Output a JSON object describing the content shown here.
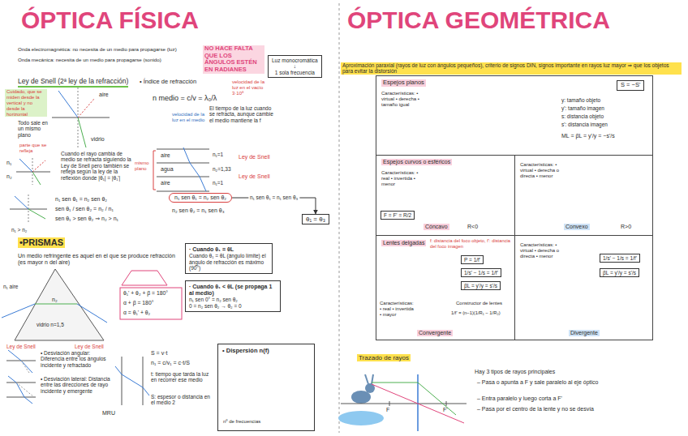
{
  "diagram": {
    "nodes": [
      {
        "text": [
          "Luz monocromática",
          "↓",
          "1 sola frecuencia"
        ]
      },
      {
        "text": [
          "n₁ sen θ₁ = n₂ sen θ₂"
        ]
      },
      {
        "text": [
          "θ₁ = θ₃"
        ]
      },
      {
        "text": [
          "· Cuando θ₁ = θL",
          "Cuando θ₁ = θL (ángulo límite) el ángulo de refracción es máximo (90°)"
        ]
      },
      {
        "text": [
          "· Cuando θ₁ < θL (se propaga 1 al medio)",
          "n₁ sen 0° = n₂ sen θ₂",
          "0 = n₂ sen θ₂ → θ₂ = 0"
        ]
      },
      {
        "text": [
          "• Dispersión n(f)",
          "nº de frecuencias"
        ]
      },
      {
        "text": [
          "Espejos planos",
          "Características: • virtual • derecha • tamaño igual",
          "y: tamaño objeto",
          "y': tamaño imagen",
          "s: distancia objeto",
          "s': distancia imagen",
          "ML = βL = y'/y = −s'/s"
        ]
      },
      {
        "text": [
          "S = −S'"
        ],
        "in": 6
      },
      {
        "text": [
          "Espejos curvos o esféricos",
          "Características: • real • invertida • menor",
          "Cóncavo",
          "R<0"
        ]
      },
      {
        "text": [
          "F = F' = R/2"
        ],
        "in": 8
      },
      {
        "text": [
          "Características: • virtual • derecha o directa • menor",
          "Convexo",
          "R>0"
        ]
      },
      {
        "text": [
          "Lentes delgadas",
          "f: distancia del foco objeto, f': distancia del foco imagen",
          "Características: • real • invertida • mayor",
          "Constructor de lentes",
          "1/f' = (n−1)(1/R₁ − 1/R₂)",
          "Convergente"
        ]
      },
      {
        "text": [
          "P = 1/f'"
        ],
        "in": 11
      },
      {
        "text": [
          "1/s' − 1/s = 1/f'"
        ],
        "in": 11
      },
      {
        "text": [
          "βL = y'/y = s'/s"
        ],
        "in": 11
      },
      {
        "text": [
          "Características: • virtual • derecha o directa • menor",
          "Divergente"
        ]
      },
      {
        "text": [
          "1/s' − 1/s = 1/f'"
        ],
        "in": 15
      },
      {
        "text": [
          "βL = y'/y = s'/s"
        ],
        "in": 15
      }
    ],
    "edges": [
      {
        "from": 1,
        "to": 2,
        "arrow": "to",
        "label": "n₁ sen θ₁ = n₁ sen θ₃"
      }
    ],
    "labels": [
      "ÓPTICA FÍSICA",
      "ÓPTICA GEOMÉTRICA",
      "Onda electromagnética: no necesita de un medio para propagarse (luz)",
      "Onda mecánica: necesita de un medio para propagarse (sonido)",
      "NO HACE FALTA QUE LOS ÁNGULOS ESTÉN EN RADIANES",
      "Ley de Snell (2ª ley de la refracción)",
      "Cuidado, que se miden desde la vertical y no desde la horizontal",
      "aire",
      "vidrio",
      "Todo sale en un mismo plano",
      "n₁",
      "n₂",
      "parte que se refleja",
      "• Índice de refracción",
      "n medio = c/v = λ₀/λ",
      "velocidad de la luz en el vacío 3·10⁸",
      "velocidad de la luz en el medio",
      "El tiempo de la luz cuando se refracta, aunque cambie el medio mantiene la f",
      "Cuando el rayo cambia de medio se refracta siguiendo la Ley de Snell pero también se refleja según la ley de la reflexión donde |θ₁| = |θ₁'|",
      "mismo plano",
      "aire",
      "agua",
      "aire",
      "n₁=1",
      "n₂=1,33",
      "n₁=1",
      "Ley de Snell",
      "Ley de Snell",
      "n₁ sen θ₁ = n₂ sen θ₂",
      "sen θ₁ / sen θ₂ = n₂ / n₁",
      "sen θ₁ > sen θ₂ ⇒ n₂ > n₁",
      "n₁ > n₂",
      "n₂ sen θ₂ = n₁ sen θ₃",
      "•PRISMAS",
      "Un medio refringente es aquel en el que se produce refracción (es mayor n del aire)",
      "n₁ aire",
      "n₂",
      "Ley de Snell",
      "Ley de Snell",
      "vidrio n=1,5",
      "θ₁' + θ₂ + β = 180°",
      "α + β = 180°",
      "α = θ₁' + θ₂",
      "• Desviación angular: Diferencia entre los ángulos incidente y refractado",
      "• Desviación lateral: Distancia entre las direcciones de rayo incidente y emergente",
      "MRU",
      "S = v·t",
      "n₁ = c/v₁ = c·t/S",
      "t: tiempo que tarda la luz en recorrer ese medio",
      "S: espesor o distancia en el medio 2",
      "Aproximación paraxial (rayos de luz con ángulos pequeños), criterio de signos DIN, signos importante en rayos luz mayor ⇒ que los objetos para evitar la distorsión",
      "Trazado de rayos",
      "F",
      "F'",
      "Hay 3 tipos de rayos principales",
      "– Pasa o apunta a F y sale paralelo al eje óptico",
      "– Entra paralelo y luego corta a F'",
      "– Pasa por el centro de la lente y no se desvía"
    ]
  }
}
